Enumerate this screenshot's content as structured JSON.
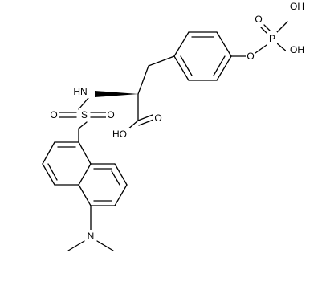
{
  "molecule": {
    "atoms": {
      "hydroxyl_top": "OH",
      "phosphorus": "P",
      "hydroxyl_right": "OH",
      "phosphate_oxo": "O",
      "ether_oxygen": "O",
      "amide_nh": "HN",
      "sulfur": "S",
      "sulfonyl_oxo_left": "O",
      "sulfonyl_oxo_right": "O",
      "carbonyl_oxygen": "O",
      "acid_hydroxyl": "HO",
      "amine_nitrogen": "N"
    }
  }
}
